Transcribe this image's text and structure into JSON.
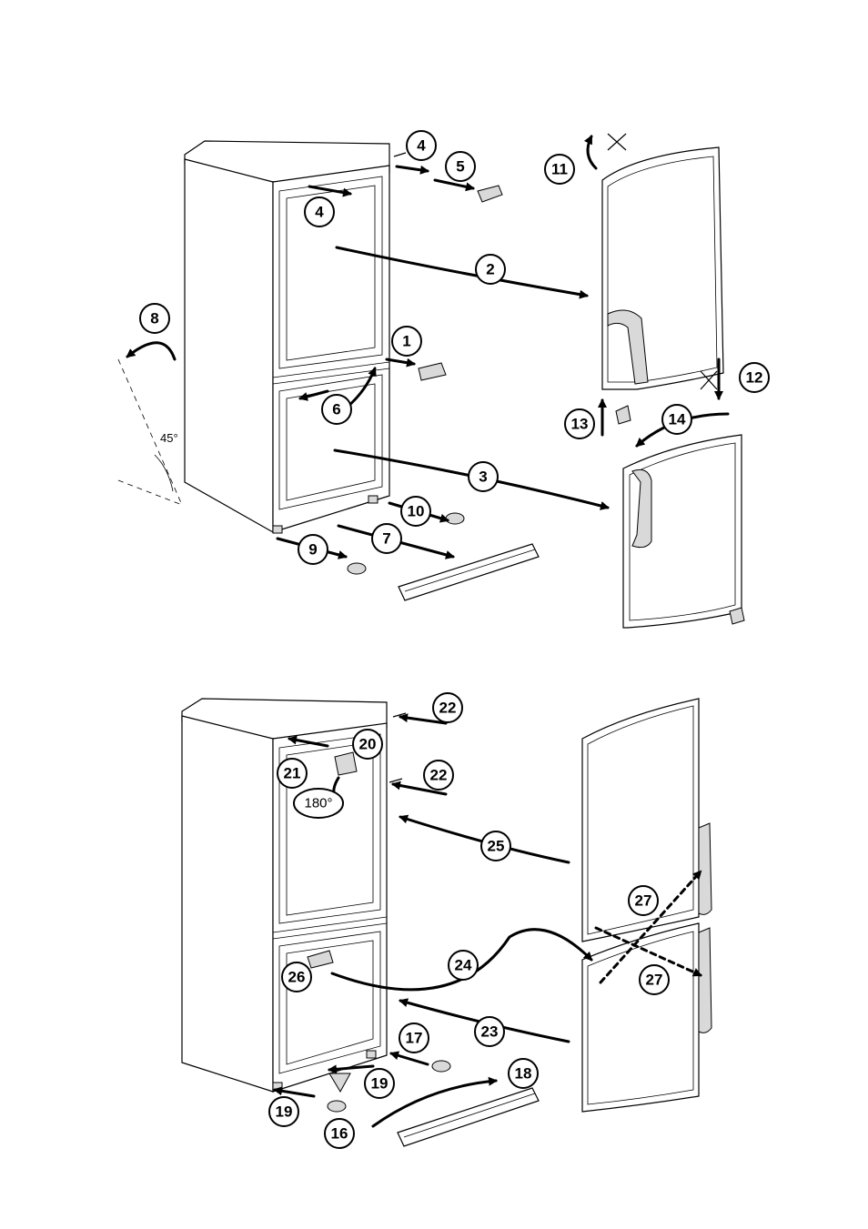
{
  "diagram": {
    "angle_label": "45°",
    "rotation_label": "180°",
    "callouts_top": [
      "4",
      "4",
      "5",
      "11",
      "2",
      "8",
      "1",
      "12",
      "6",
      "13",
      "14",
      "3",
      "10",
      "7",
      "9"
    ],
    "callouts_bottom": [
      "22",
      "20",
      "21",
      "22",
      "25",
      "27",
      "24",
      "26",
      "27",
      "23",
      "17",
      "18",
      "19",
      "19",
      "16"
    ]
  }
}
